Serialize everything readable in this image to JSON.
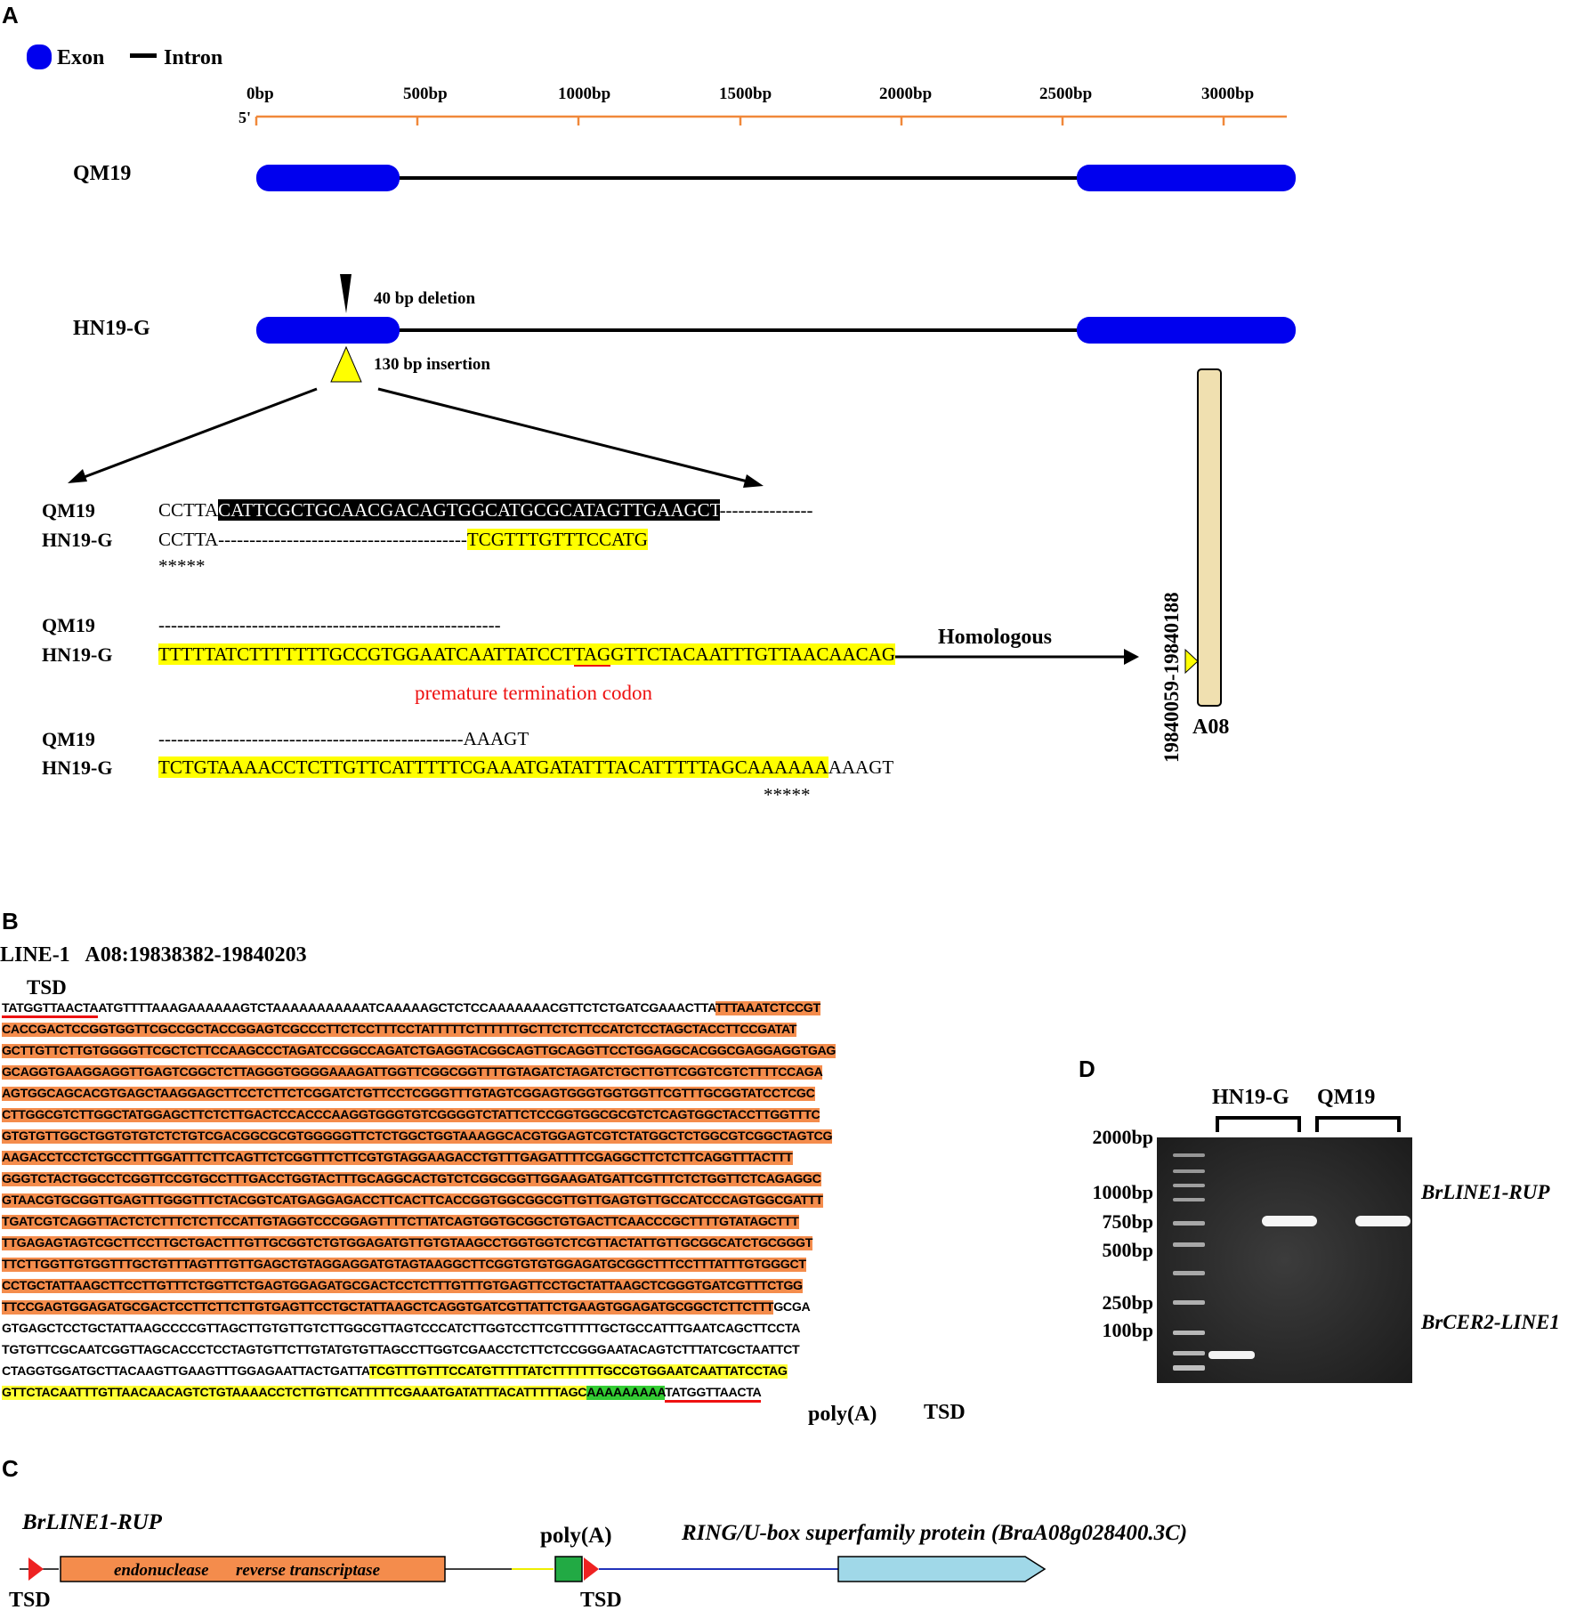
{
  "panels": {
    "a": "A",
    "b": "B",
    "c": "C",
    "d": "D"
  },
  "panel_a": {
    "legend": {
      "exon": "Exon",
      "intron": "Intron"
    },
    "ruler": {
      "five_prime": "5'",
      "ticks": [
        "0bp",
        "500bp",
        "1000bp",
        "1500bp",
        "2000bp",
        "2500bp",
        "3000bp"
      ]
    },
    "rows": {
      "qm19": "QM19",
      "hn19g": "HN19-G"
    },
    "deletion_label": "40 bp deletion",
    "insertion_label": "130 bp insertion",
    "alignment": {
      "block1": {
        "qm19_label": "QM19",
        "hn19g_label": "HN19-G",
        "qm19_pre": "CCTTA",
        "qm19_del": "CATTCGCTGCAACGACAGTGGCATGCGCATAGTTGAAGCT",
        "qm19_gap": "---------------",
        "hn19g_pre": "CCTTA",
        "hn19g_gap": "----------------------------------------",
        "hn19g_ins": "TCGTTTGTTTCCATG",
        "stars": "*****"
      },
      "block2": {
        "qm19_label": "QM19",
        "hn19g_label": "HN19-G",
        "qm19_gap": "-------------------------------------------------------",
        "hn19g_a": "TTTTTATCTTTTTTTGCCGTGGAATCAATTATCCT",
        "hn19g_stop": "TAG",
        "hn19g_b": "GTTCTACAATTTGTTAACAACAG",
        "ptc_label": "premature termination codon"
      },
      "block3": {
        "qm19_label": "QM19",
        "hn19g_label": "HN19-G",
        "qm19_gap": "-------------------------------------------------",
        "qm19_end": "AAAGT",
        "hn19g_ins": "TCTGTAAAACCTCTTGTTCATTTTTCGAAATGATATTTACATTTTTAGCAAAAAA",
        "hn19g_end": "AAAGT",
        "stars": "*****"
      }
    },
    "homologous": "Homologous",
    "chromosome": {
      "name": "A08",
      "position": "19840059-19840188"
    }
  },
  "panel_b": {
    "title": "LINE-1   A08:19838382-19840203",
    "tsd_top": "TSD",
    "poly_a": "poly(A)",
    "tsd_bottom": "TSD",
    "sequence": {
      "l1_tsd": "TATGGTTAACTA",
      "l1_plain": "ATGTTTTAAAGAAAAAAGTCTAAAAAAAAAAATCAAAAAGCTCTCCAAAAAAACGTTCTCTGATCGAAACTTA",
      "l1_or": "TTTAAATCTCCGT",
      "orange_lines": [
        "CACCGACTCCGGTGGTTCGCCGCTACCGGAGTCGCCCTTCTCCTTTCCTATTTTTCTTTTTTGCTTCTCTTCCATCTCCTAGCTACCTTCCGATAT",
        "GCTTGTTCTTGTGGGGTTCGCTCTTCCAAGCCCTAGATCCGGCCAGATCTGAGGTACGGCAGTTGCAGGTTCCTGGAGGCACGGCGAGGAGGTGAG",
        "GCAGGTGAAGGAGGTTGAGTCGGCTCTTAGGGTGGGGAAAGATTGGTTCGGCGGTTTTGTAGATCTAGATCTGCTTGTTCGGTCGTCTTTTCCAGA",
        "AGTGGCAGCACGTGAGCTAAGGAGCTTCCTCTTCTCGGATCTGTTCCTCGGGTTTGTAGTCGGAGTGGGTGGTGGTTCGTTTGCGGTATCCTCGC",
        "CTTGGCGTCTTGGCTATGGAGCTTCTCTTGACTCCACCCAAGGTGGGTGTCGGGGTCTATTCTCCGGTGGCGCGTCTCAGTGGCTACCTTGGTTTC",
        "GTGTGTTGGCTGGTGTGTCTCTGTCGACGGCGCGTGGGGGTTCTCTGGCTGGTAAAGGCACGTGGAGTCGTCTATGGCTCTGGCGTCGGCTAGTCG",
        "AAGACCTCCTCTGCCTTTGGATTTCTTCAGTTCTCGGTTTCTTCGTGTAGGAAGACCTGTTTGAGATTTTCGAGGCTTCTCTTCAGGTTTACTTT",
        "GGGTCTACTGGCCTCGGTTCCGTGCCTTTGACCTGGTACTTTGCAGGCACTGTCTCGGCGGTTGGAAGATGATTCGTTTCTCTGGTTCTCAGAGGC",
        "GTAACGTGCGGTTGAGTTTGGGTTTCTACGGTCATGAGGAGACCTTCACTTCACCGGTGGCGGCGTTGTTGAGTGTTGCCATCCCAGTGGCGATTT",
        "TGATCGTCAGGTTACTCTCTTTCTCTTCCATTGTAGGTCCCGGAGTTTTCTTATCAGTGGTGCGGCTGTGACTTCAACCCGCTTTTGTATAGCTTT",
        "TTGAGAGTAGTCGCTTCCTTGCTGACTTTGTTGCGGTCTGTGGAGATGTTGTGTAAGCCTGGTGGTCTCGTTACTATTGTTGCGGCATCTGCGGGT",
        "TTCTTGGTTGTGGTTTGCTGTTTAGTTTGTTGAGCTGTAGGAGGATGTAGTAAGGCTTCGGTGTGTGGAGATGCGGCTTTCCTTTATTTGTGGGCT",
        "CCTGCTATTAAGCTTCCTTGTTTCTGGTTCTGAGTGGAGATGCGACTCCTCTTTGTTTGTGAGTTCCTGCTATTAAGCTCGGGTGATCGTTTCTGG"
      ],
      "l15_or": "TTCCGAGTGGAGATGCGACTCCTTCTTCTTGTGAGTTCCTGCTATTAAGCTCAGGTGATCGTTATTCTGAAGTGGAGATGCGGCTCTTCTTT",
      "l15_plain": "GCGA",
      "plain_lines": [
        "GTGAGCTCCTGCTATTAAGCCCCGTTAGCTTGTGTTGTCTTGGCGTTAGTCCCATCTTGGTCCTTCGTTTTTGCTGCCATTTGAATCAGCTTCCTA",
        "TGTGTTCGCAATCGGTTAGCACCCTCCTAGTGTTCTTGTATGTGTTAGCCTTGGTCGAACCTCTTCTCCGGGAATACAGTCTTTATCGCTAATTCT"
      ],
      "l18_plain": "CTAGGTGGATGCTTACAAGTTGAAGTTTGGAGAATTACTGATTA",
      "l18_yel": "TCGTTTGTTTCCATGTTTTTATCTTTTTTTGCCGTGGAATCAATTATCCTAG",
      "l19_yel": "GTTCTACAATTTGTTAACAACAGTCTGTAAAACCTCTTGTTCATTTTTCGAAATGATATTTACATTTTTAGC",
      "l19_polya": "AAAAAAAAA",
      "l19_tsd": "TATGGTTAACTA"
    }
  },
  "panel_c": {
    "gene_label": "BrLINE1-RUP",
    "domains": {
      "endo": "endonuclease",
      "rt": "reverse transcriptase"
    },
    "poly_a": "poly(A)",
    "target_gene": "RING/U-box superfamily protein (BraA08g028400.3C)",
    "tsd_left": "TSD",
    "tsd_right": "TSD"
  },
  "panel_d": {
    "lanes": {
      "hn19g": "HN19-G",
      "qm19": "QM19"
    },
    "markers": [
      "2000bp",
      "1000bp",
      "750bp",
      "500bp",
      "250bp",
      "100bp"
    ],
    "band_labels": {
      "upper": "BrLINE1-RUP",
      "lower": "BrCER2-LINE1"
    }
  },
  "colors": {
    "exon": "#0000ee",
    "ruler": "#f0883a",
    "orange_highlight": "#f48c4c",
    "yellow_highlight": "#ffff33",
    "green_highlight": "#33cc33",
    "red": "#ee1111",
    "chromosome": "#f0e0b0",
    "gene_box": "#a0d8e8"
  }
}
